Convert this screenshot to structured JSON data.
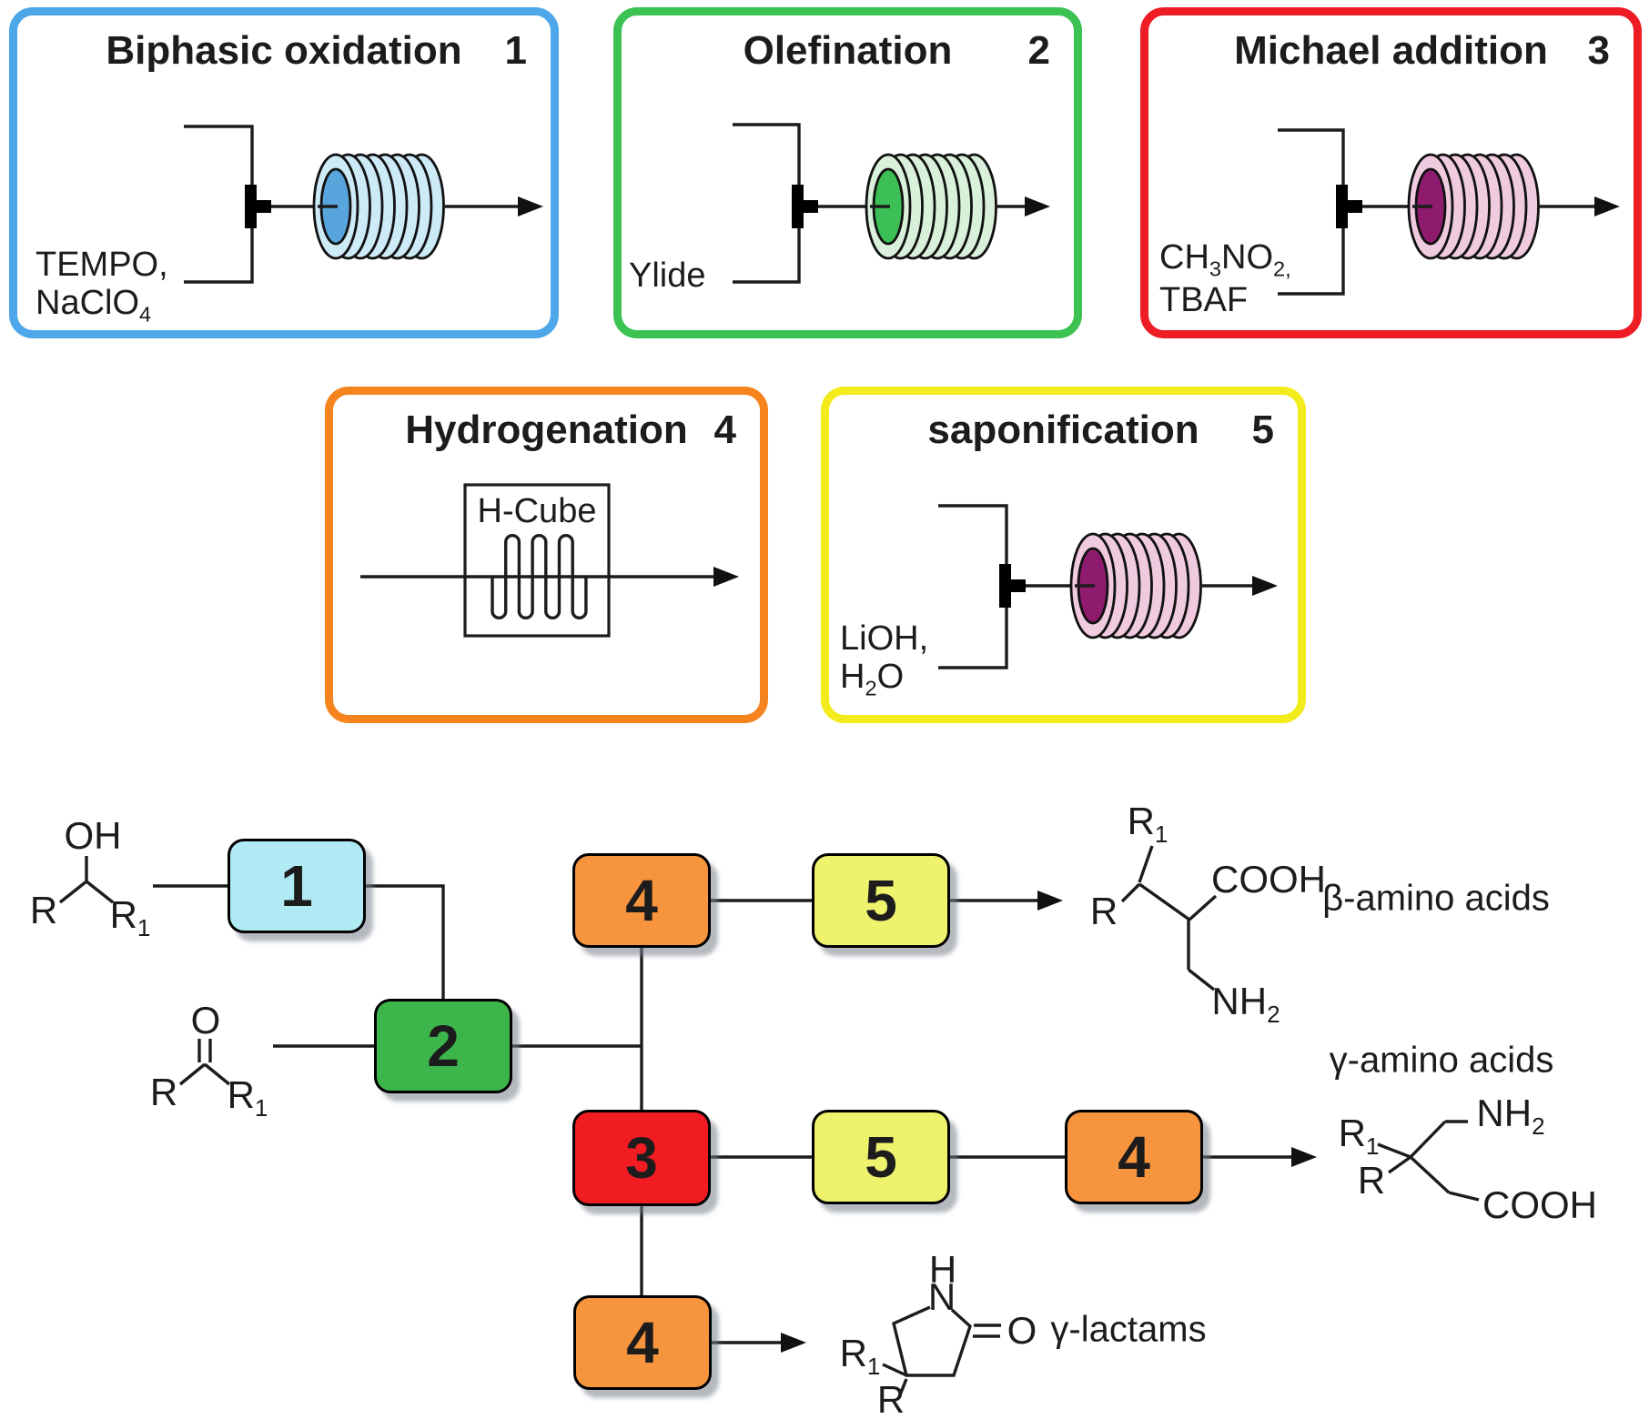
{
  "colors": {
    "border_blue": "#4da7e8",
    "border_green": "#3cc153",
    "border_red": "#ee1c25",
    "border_orange": "#f5841f",
    "border_yellow": "#f3eb1c",
    "node_cyan": "#b0ebf5",
    "node_green": "#3cb54a",
    "node_red": "#f11c22",
    "node_orange": "#f7943e",
    "node_yellow": "#eef26d",
    "coil_blue_body": "#cdeaf7",
    "coil_blue_face": "#58a5dd",
    "coil_green_body": "#d9f0da",
    "coil_green_face": "#3cbf55",
    "coil_pink_body": "#f0cade",
    "coil_pink_face": "#8e1b6e",
    "ink": "#1c1c1c"
  },
  "modules": {
    "m1": {
      "num": "1",
      "title": "Biphasic oxidation",
      "reagent_l1": "TEMPO,",
      "reagent_l2": "NaClO",
      "reagent_l2_sub": "4"
    },
    "m2": {
      "num": "2",
      "title": "Olefination",
      "reagent_l1": "Ylide"
    },
    "m3": {
      "num": "3",
      "title": "Michael addition",
      "reagent_l1a": "CH",
      "reagent_l1a_sub": "3",
      "reagent_l1b": "NO",
      "reagent_l1b_sub": "2,",
      "reagent_l2": "TBAF"
    },
    "m4": {
      "num": "4",
      "title": "Hydrogenation",
      "device_label": "H-Cube"
    },
    "m5": {
      "num": "5",
      "title": "saponification",
      "reagent_l1": "LiOH,",
      "reagent_l2a": "H",
      "reagent_l2_sub": "2",
      "reagent_l2b": "O"
    }
  },
  "flow": {
    "node_labels": {
      "n1": "1",
      "n2": "2",
      "n3": "3",
      "n4a": "4",
      "n5a": "5",
      "n5b": "5",
      "n4b": "4",
      "n4c": "4"
    },
    "products": {
      "beta": "β-amino acids",
      "gamma": "γ-amino acids",
      "lactams": "γ-lactams"
    }
  },
  "structures": {
    "alcohol": {
      "oh": "OH",
      "r": "R",
      "r1": "R",
      "r1sub": "1"
    },
    "ketone": {
      "o": "O",
      "r": "R",
      "r1": "R",
      "r1sub": "1"
    },
    "beta_acid": {
      "r1": "R",
      "r1sub": "1",
      "r": "R",
      "cooh": "COOH",
      "nh": "NH",
      "nhsub": "2"
    },
    "gamma_acid": {
      "r1": "R",
      "r1sub": "1",
      "r": "R",
      "nh": "NH",
      "nhsub": "2",
      "cooh": "COOH"
    },
    "lactam": {
      "h": "H",
      "n": "N",
      "o": "O",
      "r1": "R",
      "r1sub": "1",
      "r": "R"
    }
  }
}
